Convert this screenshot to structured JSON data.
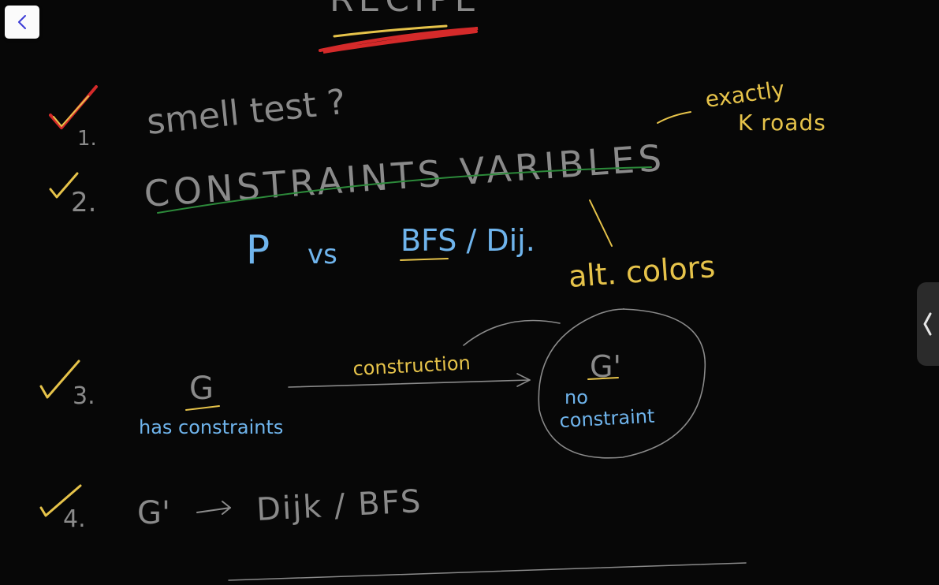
{
  "colors": {
    "background": "#070707",
    "ink_gray": "#8a8a8a",
    "ink_yellow": "#e6c34a",
    "ink_blue": "#6fb4ec",
    "ink_red": "#d42a2a",
    "ink_green": "#2c8a3a",
    "back_button_bg": "#fbfbfb",
    "side_tab_bg": "#2b2b2b"
  },
  "controls": {
    "back_icon": "chevron-left-icon",
    "side_tab_icon": "chevron-left-icon"
  },
  "notes": {
    "title": "RECIPE",
    "step1": {
      "number": "1.",
      "text": "smell test ?"
    },
    "aside": {
      "line1": "exactly",
      "line2": "K roads"
    },
    "step2": {
      "number": "2.",
      "text": "CONSTRAINTS VARIBLES"
    },
    "comparison": {
      "left": "P",
      "vs": "vs",
      "right": "BFS / Dij."
    },
    "alt_note": "alt. colors",
    "step3": {
      "number": "3.",
      "graph": "G",
      "graph_caption": "has constraints",
      "arrow_label": "construction",
      "target_graph": "G'",
      "target_caption_line1": "no",
      "target_caption_line2": "constraint"
    },
    "step4": {
      "number": "4.",
      "lhs": "G'",
      "rhs": "Dijk / BFS"
    }
  }
}
